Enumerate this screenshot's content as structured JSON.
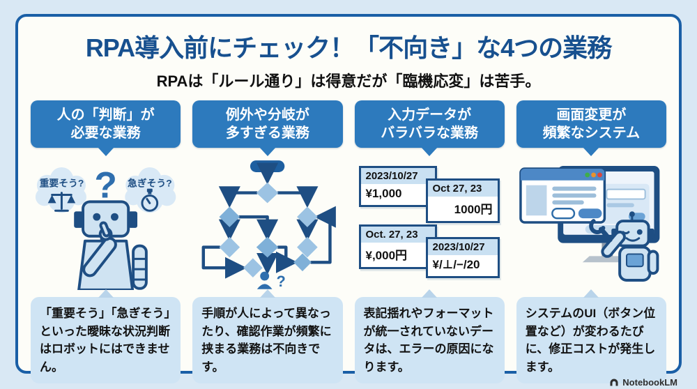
{
  "header": {
    "title": "RPA導入前にチェック！「不向き」な4つの業務",
    "subtitle": "RPAは「ルール通り」は得意だが「臨機応変」は苦手。"
  },
  "columns": [
    {
      "header_line1": "人の「判断」が",
      "header_line2": "必要な業務",
      "illustration": {
        "thought_left": "重要そう?",
        "thought_right": "急ぎそう?",
        "question_mark": "?"
      },
      "description": "「重要そう」「急ぎそう」といった曖昧な状況判断はロボットにはできません。"
    },
    {
      "header_line1": "例外や分岐が",
      "header_line2": "多すぎる業務",
      "illustration": {
        "question_mark": "?"
      },
      "description": "手順が人によって異なったり、確認作業が頻繁に挟まる業務は不向きです。"
    },
    {
      "header_line1": "入力データが",
      "header_line2": "バラバラな業務",
      "illustration": {
        "cards": [
          {
            "header": "2023/10/27",
            "value": "¥1,000"
          },
          {
            "header": "Oct 27, 23",
            "value": "1000円"
          },
          {
            "header": "Oct. 27, 23",
            "value": "¥,000円"
          },
          {
            "header": "2023/10/27",
            "value": "¥/⊥/−/20"
          }
        ]
      },
      "description": "表記揺れやフォーマットが統一されていないデータは、エラーの原因になります。"
    },
    {
      "header_line1": "画面変更が",
      "header_line2": "頻繁なシステム",
      "illustration": {},
      "description": "システムのUI（ボタン位置など）が変わるたびに、修正コストが発生します。"
    }
  ],
  "footer": {
    "watermark": "NotebookLM"
  },
  "colors": {
    "outer_bg": "#d9e8f4",
    "card_bg": "#fdfdf8",
    "card_border": "#1a5fa6",
    "bubble": "#2d7abd",
    "title_blue": "#17508f",
    "desc_bg": "#cfe4f4",
    "desc_tail": "#b9d4ea",
    "navy": "#1e4e83",
    "light_blue": "#9cc3e3",
    "mid_blue": "#2f6fae",
    "cloud": "#d9e9f6",
    "deep_blue": "#1e5fa0",
    "dot_green": "#3fae4a",
    "dot_orange": "#e8922e",
    "dot_red": "#d9463e"
  }
}
